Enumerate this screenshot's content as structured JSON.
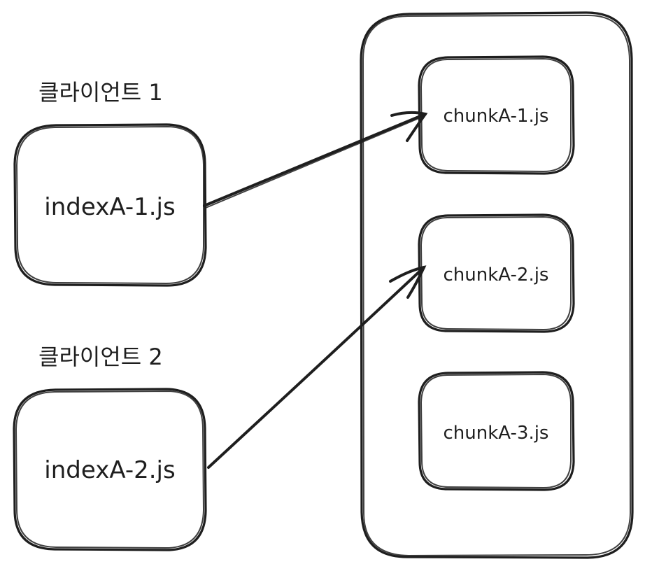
{
  "clients": [
    {
      "title": "클라이언트 1",
      "file": "indexA-1.js"
    },
    {
      "title": "클라이언트 2",
      "file": "indexA-2.js"
    }
  ],
  "server": {
    "chunks": [
      "chunkA-1.js",
      "chunkA-2.js",
      "chunkA-3.js"
    ]
  },
  "links": [
    {
      "from": "indexA-1.js",
      "to": "chunkA-1.js"
    },
    {
      "from": "indexA-2.js",
      "to": "chunkA-2.js"
    }
  ],
  "colors": {
    "stroke": "#1e1e1e",
    "background": "#ffffff"
  }
}
